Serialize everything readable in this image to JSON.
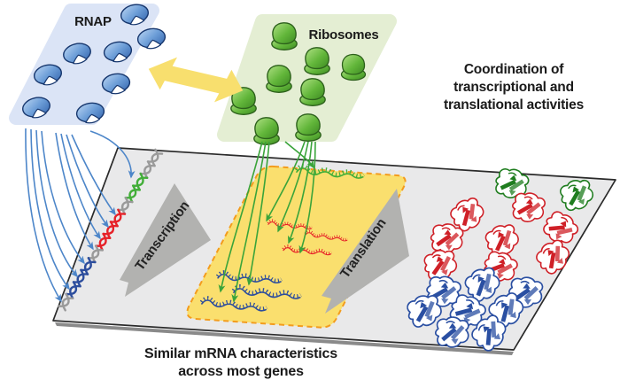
{
  "figure": {
    "rnap_panel": {
      "label": "RNAP"
    },
    "ribosome_panel": {
      "label": "Ribosomes"
    },
    "side_note": {
      "line1": "Coordination of",
      "line2": "transcriptional and",
      "line3": "translational activities"
    },
    "process_arrows": {
      "transcription": "Transcription",
      "translation": "Translation"
    },
    "caption": {
      "line1": "Similar mRNA characteristics",
      "line2": "across most genes"
    },
    "colors": {
      "rnap_panel_fill": "#dbe4f6",
      "ribosome_panel_fill": "#e4eed3",
      "platform_fill": "#e9e9ea",
      "platform_border": "#2a2a2a",
      "mrna_zone_fill": "#fadf6e",
      "mrna_zone_border": "#f39c1d",
      "exchange_arrow_fill": "#f8df6e",
      "process_arrow_fill": "#b2b2b0",
      "rnap_molecule": "#3d6fb8",
      "ribosome_molecule": "#5aab35",
      "dna_gray": "#9a9a9a",
      "gene_green": "#42ae38",
      "gene_red": "#e62128",
      "gene_blue": "#2c4d9d"
    },
    "icons": [
      "rnap-icon",
      "ribosome-icon",
      "exchange-arrow-icon",
      "dna-twist-icon",
      "mrna-icon",
      "protein-icon"
    ]
  }
}
